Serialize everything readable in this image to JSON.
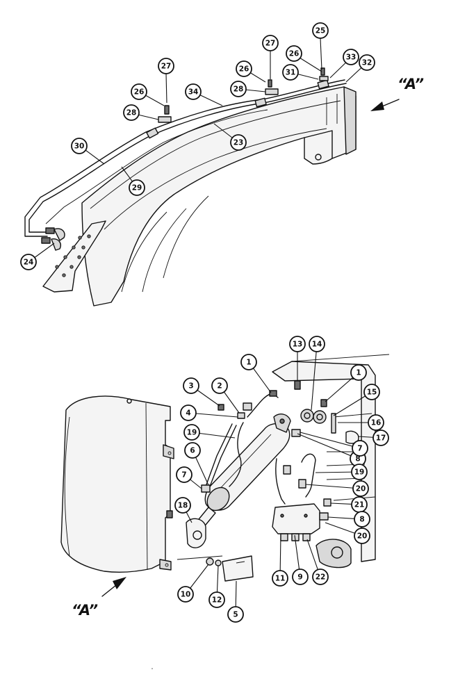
{
  "figure": {
    "view_label_top": "“A”",
    "view_label_bottom": "“A”"
  },
  "callouts_top": [
    "25",
    "26",
    "27",
    "26",
    "28",
    "31",
    "33",
    "32",
    "27",
    "26",
    "28",
    "34",
    "23",
    "30",
    "29",
    "24"
  ],
  "callouts_bottom": [
    "13",
    "14",
    "1",
    "1",
    "15",
    "16",
    "17",
    "3",
    "2",
    "4",
    "19",
    "6",
    "7",
    "18",
    "8",
    "7",
    "19",
    "20",
    "21",
    "8",
    "20",
    "10",
    "12",
    "5",
    "11",
    "9",
    "22"
  ]
}
